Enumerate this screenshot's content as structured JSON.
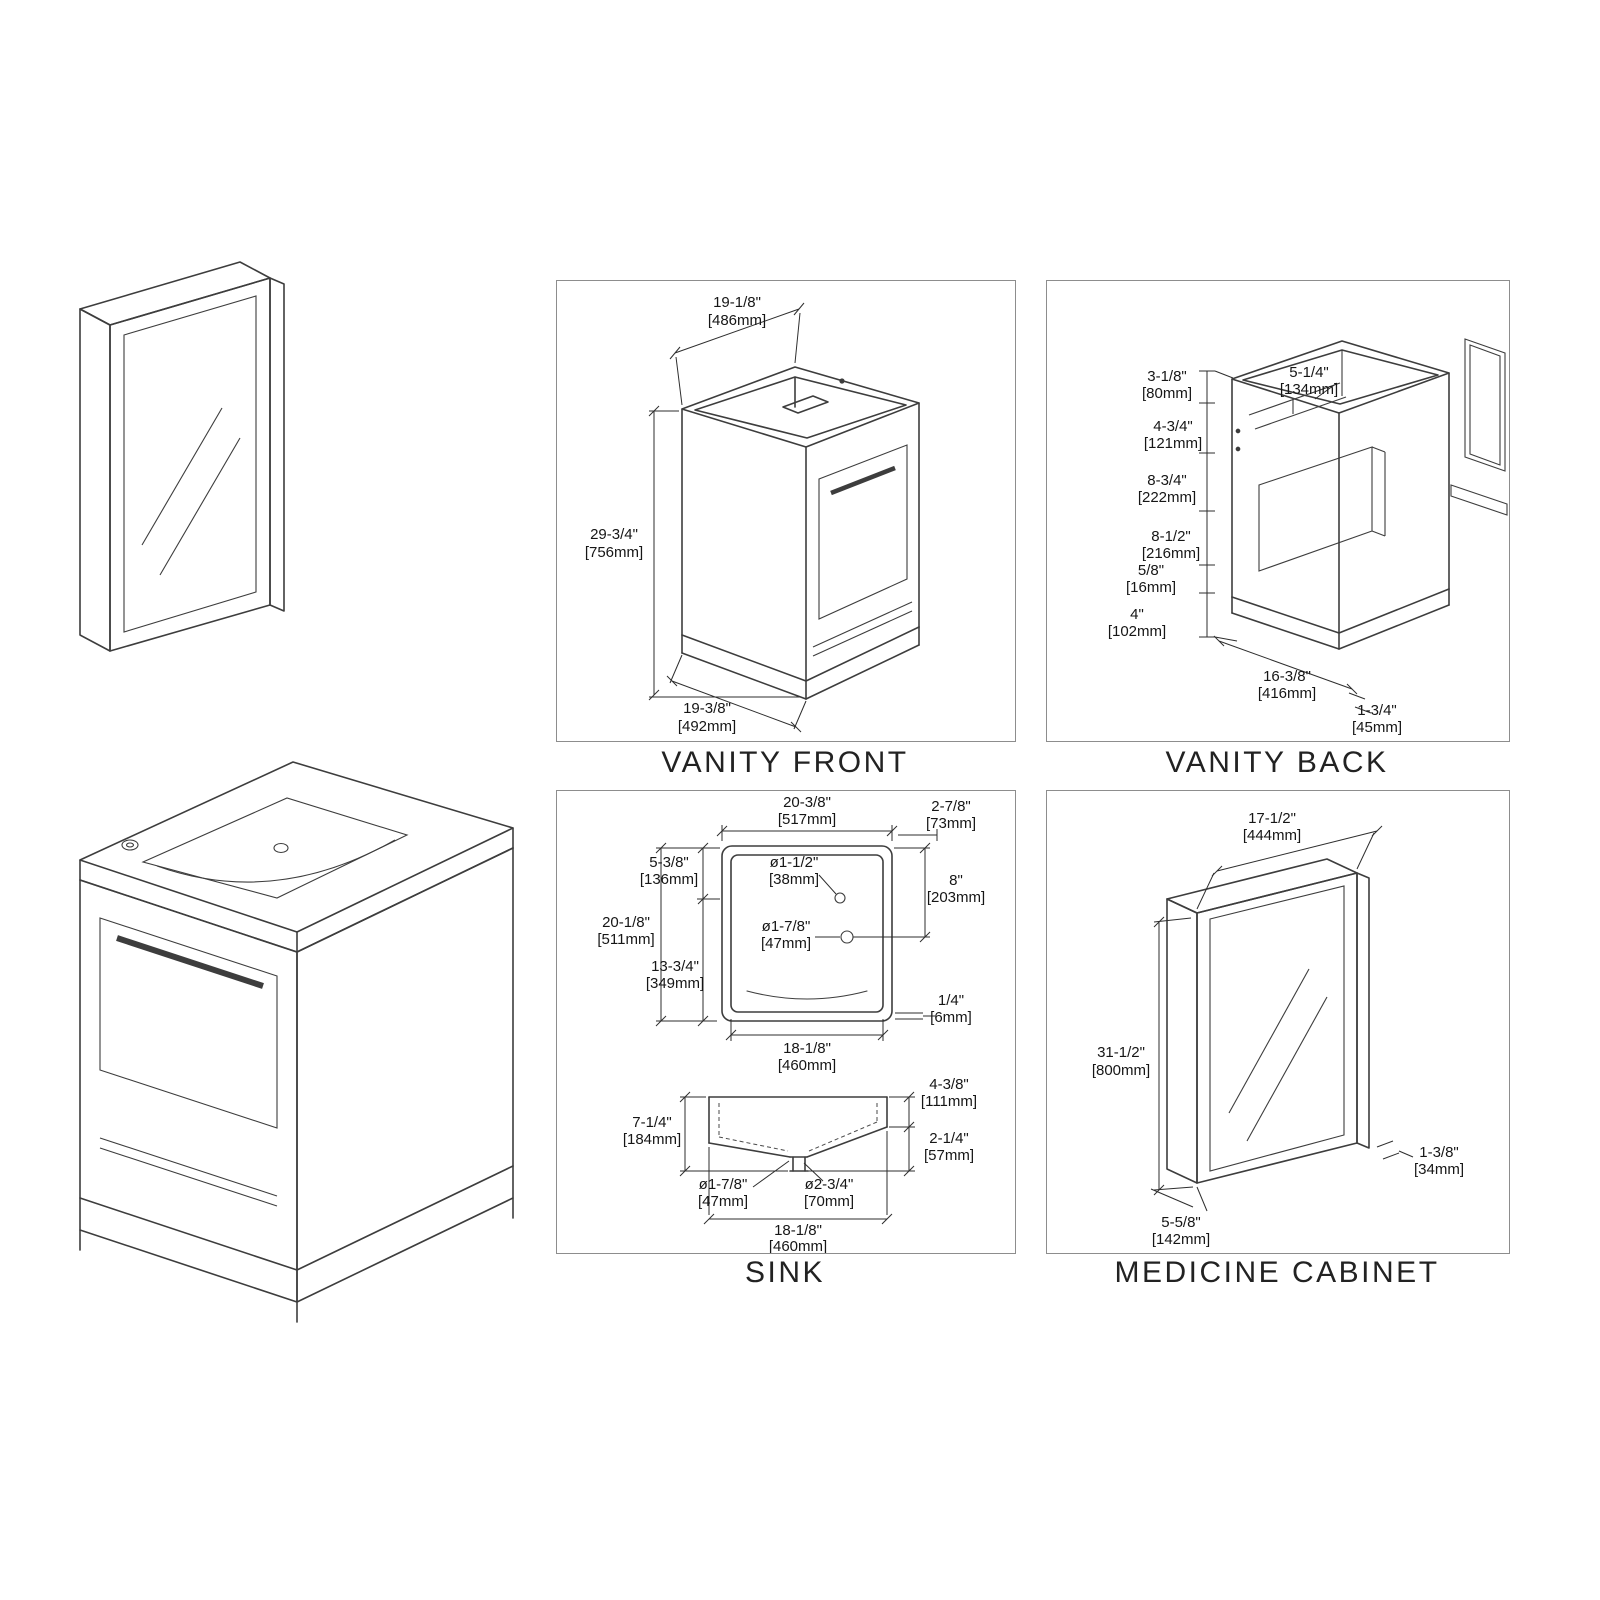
{
  "panels": {
    "vanity_front": {
      "caption": "VANITY FRONT",
      "dims": {
        "width_in": "19-1/8\"",
        "width_mm": "[486mm]",
        "height_in": "29-3/4\"",
        "height_mm": "[756mm]",
        "depth_in": "19-3/8\"",
        "depth_mm": "[492mm]"
      }
    },
    "vanity_back": {
      "caption": "VANITY BACK",
      "dims": {
        "top_rail_in": "3-1/8\"",
        "top_rail_mm": "[80mm]",
        "inner_rail_in": "5-1/4\"",
        "inner_rail_mm": "[134mm]",
        "upper_in": "4-3/4\"",
        "upper_mm": "[121mm]",
        "drawer_in": "8-3/4\"",
        "drawer_mm": "[222mm]",
        "lower_in": "8-1/2\"",
        "lower_mm": "[216mm]",
        "toe_in": "5/8\"",
        "toe_mm": "[16mm]",
        "leg_in": "4\"",
        "leg_mm": "[102mm]",
        "back_width_in": "16-3/8\"",
        "back_width_mm": "[416mm]",
        "side_in": "1-3/4\"",
        "side_mm": "[45mm]"
      }
    },
    "sink": {
      "caption": "SINK",
      "dims": {
        "top_width_in": "20-3/8\"",
        "top_width_mm": "[517mm]",
        "corner_in": "2-7/8\"",
        "corner_mm": "[73mm]",
        "faucet_offset_in": "5-3/8\"",
        "faucet_offset_mm": "[136mm]",
        "hole1_in": "ø1-1/2\"",
        "hole1_mm": "[38mm]",
        "deck_in": "8\"",
        "deck_mm": "[203mm]",
        "overall_depth_in": "20-1/8\"",
        "overall_depth_mm": "[511mm]",
        "basin_depth_in": "13-3/4\"",
        "basin_depth_mm": "[349mm]",
        "hole2_in": "ø1-7/8\"",
        "hole2_mm": "[47mm]",
        "lip_in": "1/4\"",
        "lip_mm": "[6mm]",
        "basin_width_in": "18-1/8\"",
        "basin_width_mm": "[460mm]",
        "side_height_in": "7-1/4\"",
        "side_height_mm": "[184mm]",
        "side_depth_in": "4-3/8\"",
        "side_depth_mm": "[111mm]",
        "side_lower_in": "2-1/4\"",
        "side_lower_mm": "[57mm]",
        "drain1_in": "ø1-7/8\"",
        "drain1_mm": "[47mm]",
        "drain2_in": "ø2-3/4\"",
        "drain2_mm": "[70mm]",
        "side_width_in": "18-1/8\"",
        "side_width_mm": "[460mm]"
      }
    },
    "medicine_cabinet": {
      "caption": "MEDICINE CABINET",
      "dims": {
        "width_in": "17-1/2\"",
        "width_mm": "[444mm]",
        "height_in": "31-1/2\"",
        "height_mm": "[800mm]",
        "door_in": "1-3/8\"",
        "door_mm": "[34mm]",
        "depth_in": "5-5/8\"",
        "depth_mm": "[142mm]"
      }
    }
  }
}
